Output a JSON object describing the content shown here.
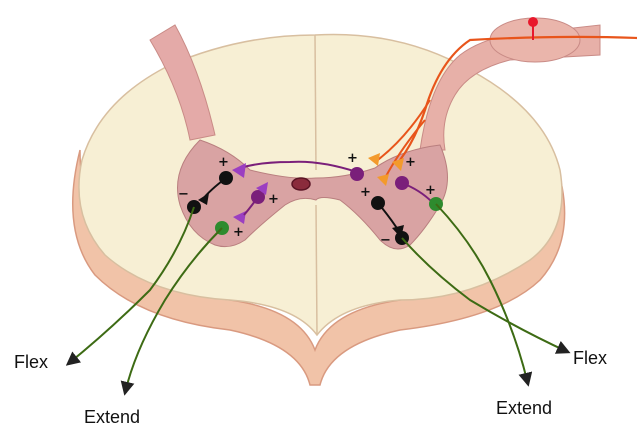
{
  "labels": {
    "flex_left": "Flex",
    "extend_left": "Extend",
    "flex_right": "Flex",
    "extend_right": "Extend"
  },
  "signs": {
    "plus": "+",
    "minus": "−"
  },
  "colors": {
    "white_matter": "#f7efd4",
    "gray_matter": "#d9a3a3",
    "cord_edge": "#e8b69a",
    "sensory_neuron": "#e8551b",
    "sensory_soma": "#e8192c",
    "excitatory_interneuron": "#7a1f7a",
    "inhibitory_terminal": "#9b3fc1",
    "flexor_motor_neuron": "#111111",
    "extensor_motor_neuron": "#2e8b2e",
    "motor_axon": "#3d6b14"
  }
}
